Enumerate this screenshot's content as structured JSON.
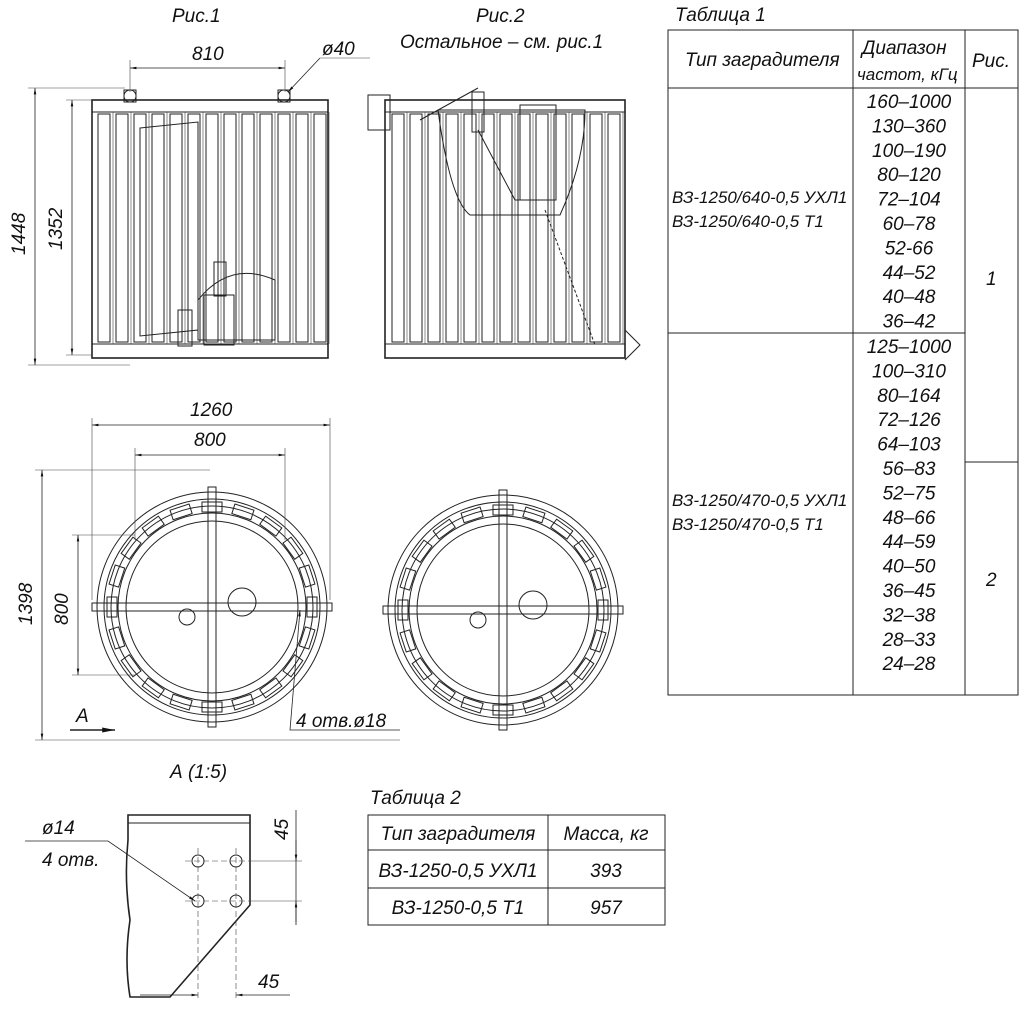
{
  "figures": {
    "fig1_title": "Рис.1",
    "fig2_title": "Рис.2",
    "fig2_note": "Остальное – см. рис.1",
    "detail_title": "А (1:5)",
    "view_arrow_label": "А"
  },
  "dimensions": {
    "fig1_width_top": "810",
    "fig1_hole_dia": "ø40",
    "fig1_height_total": "1448",
    "fig1_height_coil": "1352",
    "plan_width_total": "1260",
    "plan_width_inner": "800",
    "plan_depth_total": "1398",
    "plan_depth_inner": "800",
    "plan_holes": "4 отв.ø18",
    "detail_hole_dia": "ø14",
    "detail_hole_count": "4 отв.",
    "detail_vertical_pitch": "45",
    "detail_horizontal_pitch": "45"
  },
  "table1": {
    "title": "Таблица 1",
    "headers": [
      "Тип заградителя",
      "Диапазон",
      "частот, кГц",
      "Рис."
    ],
    "groups": [
      {
        "types": [
          "ВЗ-1250/640-0,5 УХЛ1",
          "ВЗ-1250/640-0,5 Т1"
        ],
        "ranges": [
          "160–1000",
          "130–360",
          "100–190",
          "80–120",
          "72–104",
          "60–78",
          "52-66",
          "44–52",
          "40–48",
          "36–42"
        ],
        "fig": "1"
      },
      {
        "types": [
          "ВЗ-1250/470-0,5 УХЛ1",
          "ВЗ-1250/470-0,5 Т1"
        ],
        "ranges": [
          "125–1000",
          "100–310",
          "80–164",
          "72–126",
          "64–103",
          "56–83",
          "52–75",
          "48–66",
          "44–59",
          "40–50",
          "36–45",
          "32–38",
          "28–33",
          "24–28"
        ],
        "fig": "2"
      }
    ]
  },
  "table2": {
    "title": "Таблица 2",
    "headers": [
      "Тип заградителя",
      "Масса, кг"
    ],
    "rows": [
      [
        "ВЗ-1250-0,5 УХЛ1",
        "393"
      ],
      [
        "ВЗ-1250-0,5 Т1",
        "957"
      ]
    ]
  }
}
